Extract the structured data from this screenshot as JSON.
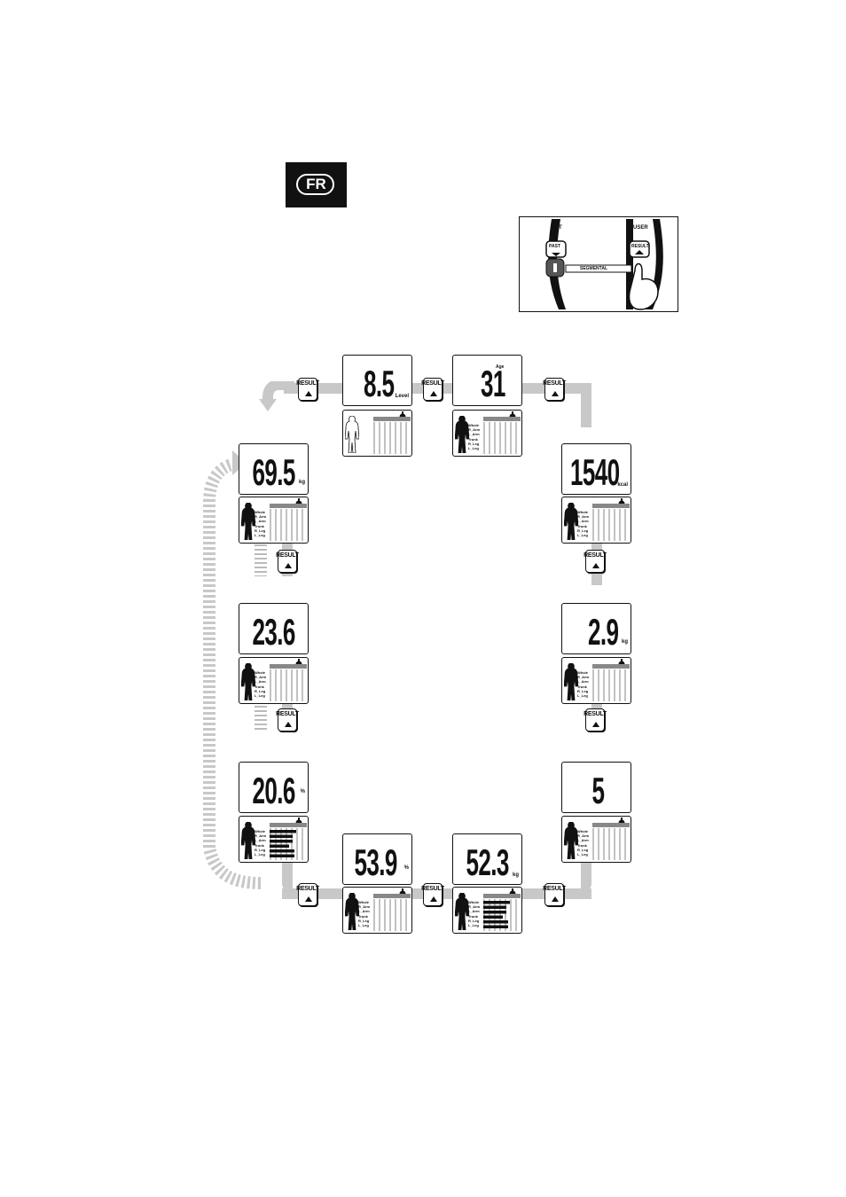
{
  "badge": {
    "label": "FR"
  },
  "device": {
    "set_label": "SET",
    "user_label": "USER",
    "past_label": "PAST",
    "result_label": "RESULT",
    "segmental_label": "SEGMENTAL"
  },
  "result_button_label": "RESULT",
  "segments": [
    "Whole",
    "R_Arm",
    "L_Arm",
    "Trunk",
    "R_Leg",
    "L_Leg"
  ],
  "screens": {
    "visceral": {
      "value": "8.5",
      "unit": "Level"
    },
    "age": {
      "value": "31",
      "label": "Age"
    },
    "weight": {
      "value": "69.5",
      "unit": "kg"
    },
    "kcal": {
      "value": "1540",
      "unit": "kcal"
    },
    "bmi": {
      "value": "23.6",
      "unit": ""
    },
    "bone": {
      "value": "2.9",
      "unit": "kg"
    },
    "fat": {
      "value": "20.6",
      "unit": "%"
    },
    "physique": {
      "value": "5",
      "unit": ""
    },
    "water": {
      "value": "53.9",
      "unit": "%"
    },
    "muscle": {
      "value": "52.3",
      "unit": "kg"
    }
  }
}
